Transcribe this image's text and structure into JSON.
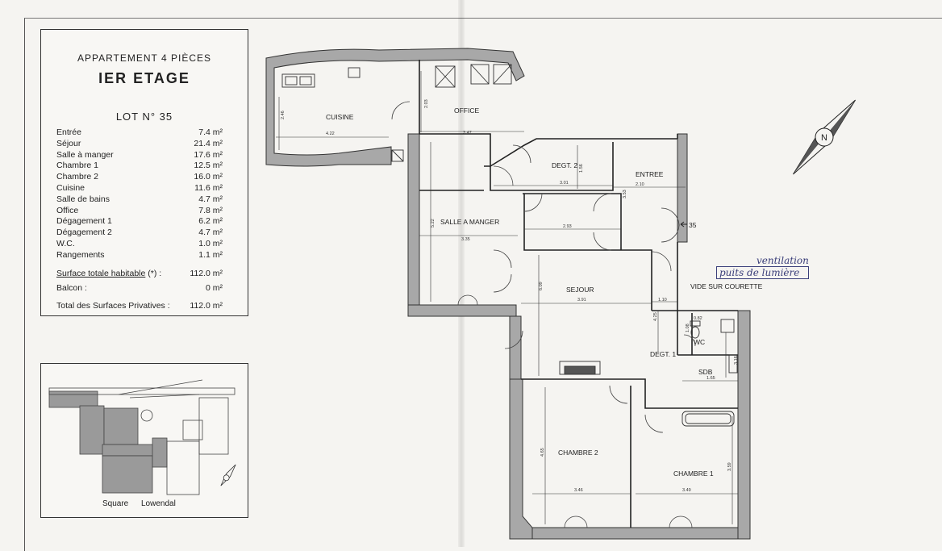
{
  "header": {
    "type": "APPARTEMENT 4 PIÈCES",
    "floor": "IER ETAGE",
    "lot": "LOT N° 35"
  },
  "surfaces": [
    {
      "room": "Entrée",
      "area": "7.4 m²"
    },
    {
      "room": "Séjour",
      "area": "21.4 m²"
    },
    {
      "room": "Salle à manger",
      "area": "17.6 m²"
    },
    {
      "room": "Chambre 1",
      "area": "12.5 m²"
    },
    {
      "room": "Chambre 2",
      "area": "16.0 m²"
    },
    {
      "room": "Cuisine",
      "area": "11.6 m²"
    },
    {
      "room": "Salle de bains",
      "area": "4.7 m²"
    },
    {
      "room": "Office",
      "area": "7.8 m²"
    },
    {
      "room": "Dégagement 1",
      "area": "6.2 m²"
    },
    {
      "room": "Dégagement 2",
      "area": "4.7 m²"
    },
    {
      "room": "W.C.",
      "area": "1.0 m²"
    },
    {
      "room": "Rangements",
      "area": "1.1 m²"
    }
  ],
  "totals": {
    "habitable_label": "Surface totale habitable",
    "habitable_suffix": " (*) :",
    "habitable_value": "112.0 m²",
    "balcon_label": "Balcon :",
    "balcon_value": "0 m²",
    "privatives_label": "Total des Surfaces Privatives :",
    "privatives_value": "112.0 m²"
  },
  "location": {
    "label_left": "Square",
    "label_right": "Lowendal"
  },
  "rooms": {
    "cuisine": "CUISINE",
    "office": "OFFICE",
    "degt2": "DEGT. 2",
    "entree": "ENTREE",
    "salle_a_manger": "SALLE A MANGER",
    "sejour": "SEJOUR",
    "vide": "VIDE SUR COURETTE",
    "wc": "WC",
    "degt1": "DEGT. 1",
    "sdb": "SDB",
    "chambre2": "CHAMBRE 2",
    "chambre1": "CHAMBRE 1",
    "entry_marker": "35",
    "compass": "N"
  },
  "dimensions": {
    "d1": "4.22",
    "d2": "2.46",
    "d3": "2.03",
    "d4": "3.47",
    "d5": "3.01",
    "d6": "1.56",
    "d7": "2.10",
    "d8": "3.53",
    "d9": "5.22",
    "d10": "3.35",
    "d11": "2.93",
    "d12": "3.91",
    "d13": "6.09",
    "d14": "1.10",
    "d15": "4.25",
    "d16": "0.82",
    "d17": "1.08",
    "d18": "3.16",
    "d19": "1.65",
    "d20": "4.65",
    "d21": "3.46",
    "d22": "3.59",
    "d23": "3.49"
  },
  "annotation": {
    "line1": "ventilation",
    "line2": "puits de lumière"
  }
}
